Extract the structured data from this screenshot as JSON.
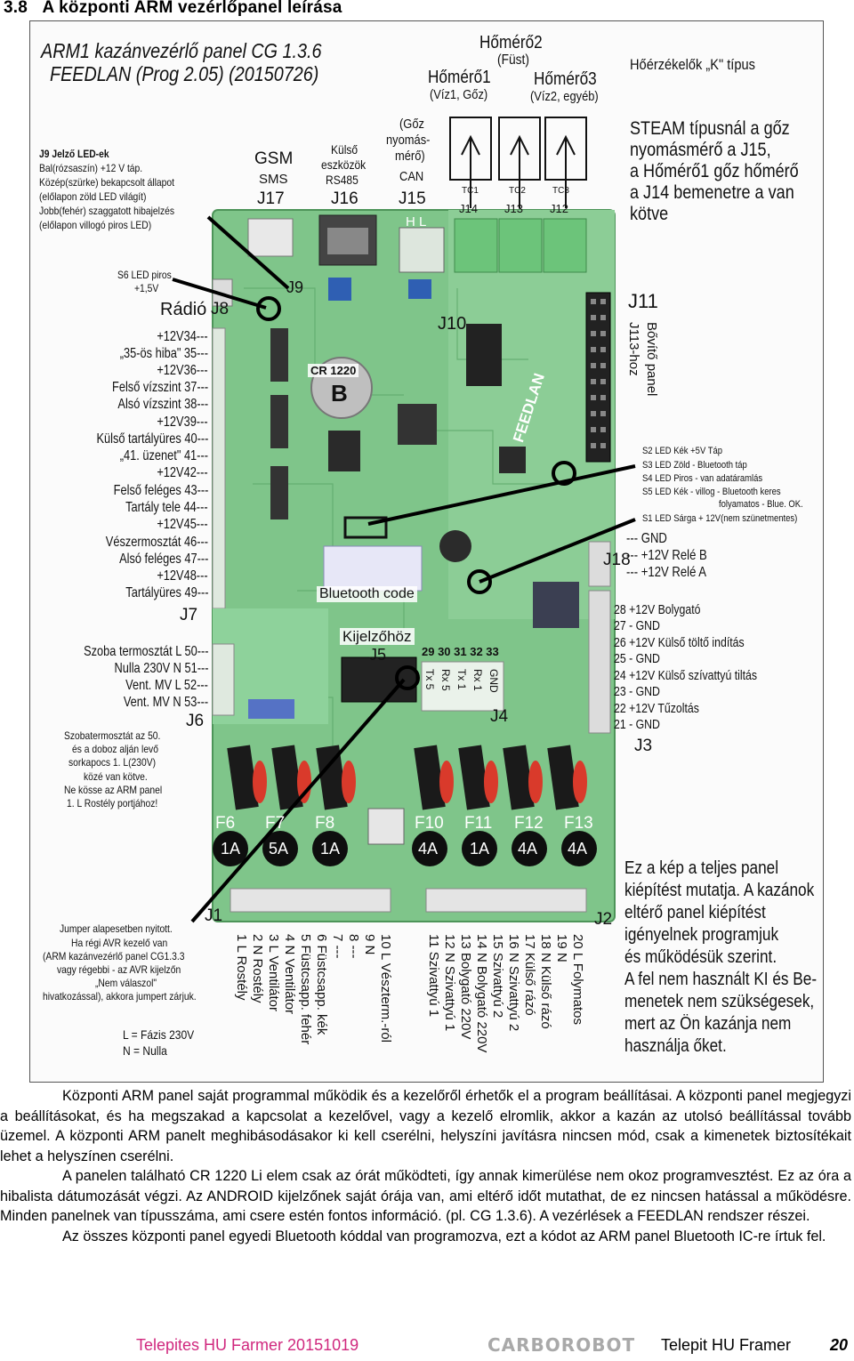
{
  "section": {
    "number": "3.8",
    "title": "A központi ARM vezérlőpanel leírása"
  },
  "figure": {
    "header_line1": "ARM1 kazánvezérlő panel CG 1.3.6",
    "header_line2": "FEEDLAN  (Prog 2.05) (20150726)",
    "thermo2": "Hőmérő2",
    "thermo2_sub": "(Füst)",
    "thermo1": "Hőmérő1",
    "thermo1_sub": "(Víz1, Gőz)",
    "thermo3": "Hőmérő3",
    "thermo3_sub": "(Víz2, egyéb)",
    "sensors": "Hőérzékelők „K\" típus",
    "steam_note": [
      "STEAM típusnál a gőz",
      "nyomásmérő a J15,",
      "a Hőmérő1 gőz hőmérő",
      "a J14 bemenetre a van",
      "kötve"
    ],
    "j9_note": [
      "J9 Jelző LED-ek",
      "Bal(rózsaszín) +12 V táp.",
      "Közép(szürke) bekapcsolt állapot",
      "(előlapon zöld LED világít)",
      "Jobb(fehér) szaggatott hibajelzés",
      "(előlapon villogó piros LED)"
    ],
    "gsm": [
      "GSM",
      "SMS",
      "J17"
    ],
    "ext": [
      "Külső",
      "eszközök",
      "RS485",
      "J16"
    ],
    "pressure": [
      "(Gőz",
      "nyomás-",
      "mérő)",
      "CAN",
      "J15"
    ],
    "hl": "H  L",
    "tc_labels": [
      "TC1",
      "TC2",
      "TC3"
    ],
    "j_top": [
      "J14",
      "J13",
      "J12"
    ],
    "j9": "J9",
    "s6": [
      "S6 LED piros",
      "+1,5V"
    ],
    "radio": "Rádió",
    "j8": "J8",
    "cr": "CR 1220",
    "b": "B",
    "j10": "J10",
    "j11": "J11",
    "expand": [
      "Bővítő panel",
      "J113-hoz"
    ],
    "feedlan_logo": "FEEDLAN",
    "left_pins": [
      "+12V34---",
      "„35-ös hiba\" 35---",
      "+12V36---",
      "Felső vízszint 37---",
      "Alsó vízszint 38---",
      "+12V39---",
      "Külső tartályüres 40---",
      "„41. üzenet\" 41---",
      "+12V42---",
      "Felső feléges 43---",
      "Tartály tele 44---",
      "+12V45---",
      "Vészermosztát 46---",
      "Alsó feléges 47---",
      "+12V48---",
      "Tartályüres 49---"
    ],
    "j7": "J7",
    "bt_code": "Bluetooth code",
    "s_leds": [
      "S2 LED Kék  +5V Táp",
      "S3 LED Zöld - Bluetooth táp",
      "S4 LED Piros - van adatáramlás",
      "S5 LED Kék - villog - Bluetooth keres",
      "folyamatos - Blue. OK.",
      "S1 LED Sárga + 12V(nem szünetmentes)"
    ],
    "j18_pins": [
      "--- GND",
      "--- +12V Relé B",
      "--- +12V Relé A"
    ],
    "j18": "J18",
    "j6_pins": [
      "Szoba termosztát L 50---",
      "Nulla 230V N 51---",
      "Vent. MV  L 52---",
      "Vent. MV N 53---"
    ],
    "j6": "J6",
    "kijelzo": [
      "Kijelzőhöz",
      "J5"
    ],
    "j4_nums": "29 30 31 32 33",
    "j4_vert": [
      "Tx 5",
      "Rx 5",
      "Tx 1",
      "Rx 1",
      "GND"
    ],
    "j4": "J4",
    "j3_pins": [
      "28 +12V Bolygató",
      "27 - GND",
      "26 +12V Külső töltő indítás",
      "25 - GND",
      "24 +12V Külső szívattyú tiltás",
      "23 - GND",
      "22 +12V Tűzoltás",
      "21 - GND"
    ],
    "j3": "J3",
    "szoba_note": [
      "Szobatermosztát az 50.",
      "és a doboz alján levő",
      "sorkapocs 1. L(230V)",
      "közé van kötve.",
      "Ne kösse az ARM panel",
      "1. L Rostély portjához!"
    ],
    "fuses": [
      "F6",
      "F7",
      "F8",
      "F10",
      "F11",
      "F12",
      "F13"
    ],
    "fuse_values": [
      "1A",
      "5A",
      "1A",
      "4A",
      "1A",
      "4A",
      "4A"
    ],
    "panel_note": [
      "Ez a kép a teljes panel",
      "kiépítést mutatja. A kazánok",
      "eltérő panel kiépítést",
      "igényelnek programjuk",
      "és működésük szerint.",
      "A fel nem használt KI és Be-",
      "menetek nem szükségesek,",
      "mert az Ön kazánja nem",
      "használja őket."
    ],
    "j1": "J1",
    "j2": "J2",
    "jumper_note": [
      "Jumper alapesetben nyitott.",
      "Ha régi AVR kezelő van",
      "(ARM kazánvezérlő panel CG1.3.3",
      "vagy régebbi - az AVR kijelzőn",
      "„Nem válaszol\"",
      "hivatkozással), akkora jumpert zárjuk."
    ],
    "j1_pins": [
      "1 L Rostély",
      "2 N Rostély",
      "3 L Ventilátor",
      "4 N Ventilátor",
      "5 Füstcsapp. fehér",
      "6 Füstcsapp. kék",
      "7 ---",
      "8 ---",
      "9 N",
      "10 L Vészterm.-ról"
    ],
    "j2_pins": [
      "11 Szivattyú 1",
      "12 N Szivattyú 1",
      "13 Bolygató 220V",
      "14 N Bolygató 220V",
      "15 Szivattyú 2",
      "16 N Szivattyú 2",
      "17 Külső rázó",
      "18 N Külső rázó",
      "19 N",
      "20 L Folymatos"
    ],
    "legend": [
      "L = Fázis 230V",
      "N =  Nulla"
    ]
  },
  "body": {
    "p1": "Központi ARM panel saját programmal működik és a kezelőről érhetők el a program beállításai. A központi panel megjegyzi a beállításokat, és ha megszakad a kapcsolat a kezelővel, vagy a kezelő elromlik, akkor a kazán az utolsó beállítással tovább üzemel. A központi ARM panelt meghibásodásakor ki kell cserélni, helyszíni javításra nincsen mód, csak a kimenetek biztosítékait lehet a helyszínen cserélni.",
    "p2": "A panelen található CR 1220 Li elem csak az órát működteti, így annak kimerülése nem okoz programvesztést. Ez az óra a hibalista dátumozását végzi. Az ANDROID kijelzőnek saját órája van, ami eltérő időt mutathat, de ez nincsen hatással a működésre. Minden panelnek van típusszáma, ami csere estén fontos információ. (pl. CG  1.3.6). A vezérlések a FEEDLAN rendszer részei.",
    "p3": "Az összes központi panel  egyedi  Bluetooth kóddal van programozva, ezt a kódot az  ARM panel Bluetooth IC-re írtuk fel."
  },
  "footer": {
    "left": "Telepites HU Farmer 20151019",
    "brand": "CARBOROBOT",
    "right": "Telepit  HU Framer",
    "page": "20"
  },
  "colors": {
    "pcb": "#7fc58a",
    "pcb_dark": "#5ea96b",
    "terminal": "#6cc47a",
    "fuse_red": "#d93a2b",
    "fuse_holder": "#1a1a1a",
    "footer_pink": "#d0287e"
  }
}
